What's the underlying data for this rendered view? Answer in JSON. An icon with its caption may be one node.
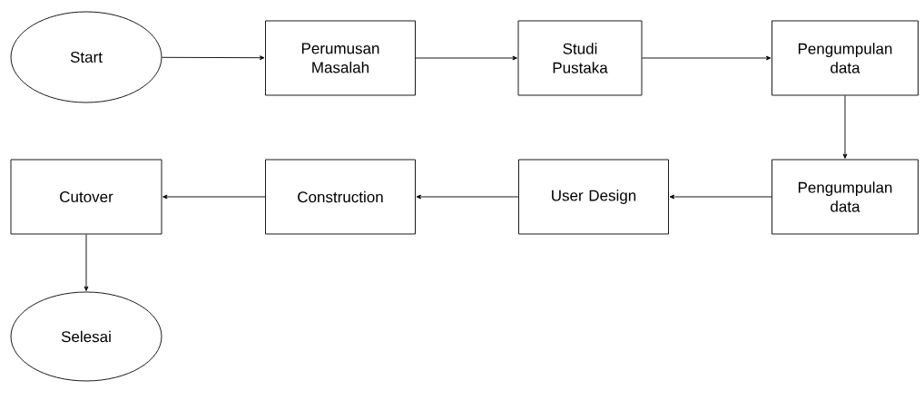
{
  "diagram": {
    "nodes": [
      {
        "text": [
          "Start"
        ]
      },
      {
        "text": [
          "Perumusan Masalah"
        ]
      },
      {
        "text": [
          "Studi Pustaka"
        ]
      },
      {
        "text": [
          "Pengumpulan data"
        ]
      },
      {
        "text": [
          "Pengumpulan data"
        ]
      },
      {
        "text": [
          "User Design"
        ]
      },
      {
        "text": [
          "Construction"
        ]
      },
      {
        "text": [
          "Cutover"
        ]
      },
      {
        "text": [
          "Selesai"
        ]
      }
    ],
    "edges": [
      {
        "from": 0,
        "to": 1,
        "arrow": "to"
      },
      {
        "from": 1,
        "to": 2,
        "arrow": "to"
      },
      {
        "from": 2,
        "to": 3,
        "arrow": "to"
      },
      {
        "from": 3,
        "to": 4,
        "arrow": "to"
      },
      {
        "from": 4,
        "to": 5,
        "arrow": "to"
      },
      {
        "from": 5,
        "to": 6,
        "arrow": "to"
      },
      {
        "from": 6,
        "to": 7,
        "arrow": "to"
      },
      {
        "from": 7,
        "to": 8,
        "arrow": "to"
      }
    ]
  }
}
